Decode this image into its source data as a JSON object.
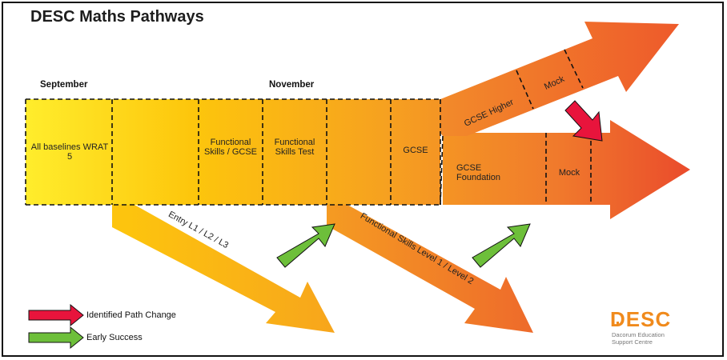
{
  "title": "DESC Maths Pathways",
  "months": {
    "september": "September",
    "november": "November"
  },
  "stages": {
    "baselines": "All baselines WRAT 5",
    "fs_gcse": "Functional Skills / GCSE",
    "fs_test": "Functional Skills Test",
    "gcse": "GCSE",
    "gcse_higher": "GCSE Higher",
    "mock_higher": "Mock",
    "gcse_foundation": "GCSE Foundation",
    "mock_foundation": "Mock"
  },
  "branches": {
    "entry": "Entry L1 / L2 / L3",
    "functional": "Functional Skills Level 1 / Level 2"
  },
  "legend": {
    "path_change": "Identified Path Change",
    "early_success": "Early Success"
  },
  "logo": {
    "text": "DESC",
    "line1": "Dacorum Education",
    "line2": "Support Centre"
  },
  "colors": {
    "yellow": "#ffe600",
    "orange": "#f07a2c",
    "red_arrow": "#e8143c",
    "green_arrow": "#6dbf3a"
  }
}
